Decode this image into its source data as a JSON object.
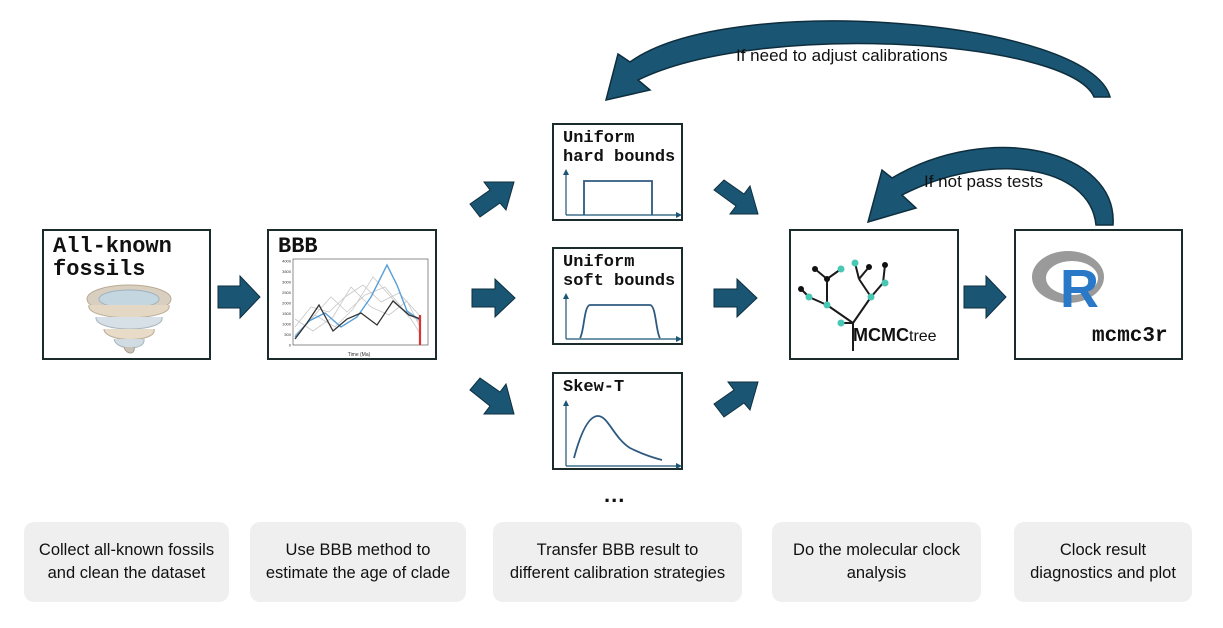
{
  "colors": {
    "arrow": "#1a5674",
    "box_border": "#1b2b2b",
    "caption_bg": "#efefef",
    "tree_teal": "#48c8b4",
    "curve": "#2e5a80",
    "r_blue": "#2a78c8",
    "r_gray": "#9a9a9a"
  },
  "boxes": {
    "fossils": {
      "title": "All-known\nfossils",
      "icon": "spiral-geologic-time-icon"
    },
    "bbb": {
      "title": "BBB",
      "chart_tick_y": [
        "4000",
        "3500",
        "3000",
        "2500",
        "2000",
        "1500",
        "1000",
        "500",
        "0"
      ],
      "chart_xlabel": "Time (Ma)"
    },
    "uniform_hard": {
      "title": "Uniform\nhard bounds"
    },
    "uniform_soft": {
      "title": "Uniform\nsoft bounds"
    },
    "skew_t": {
      "title": "Skew-T"
    },
    "mcmctree": {
      "brand_bold": "MCMC",
      "brand_light": "tree"
    },
    "mcmc3r": {
      "label": "mcmc3r",
      "logo_letter": "R"
    }
  },
  "more_indicator": "...",
  "loop_labels": {
    "adjust": "If need to adjust calibrations",
    "not_pass": "If not pass tests"
  },
  "captions": [
    "Collect all-known fossils\nand clean the dataset",
    "Use BBB method to\nestimate the age of clade",
    "Transfer BBB result to\ndifferent calibration strategies",
    "Do the molecular clock\nanalysis",
    "Clock result\ndiagnostics and plot"
  ]
}
